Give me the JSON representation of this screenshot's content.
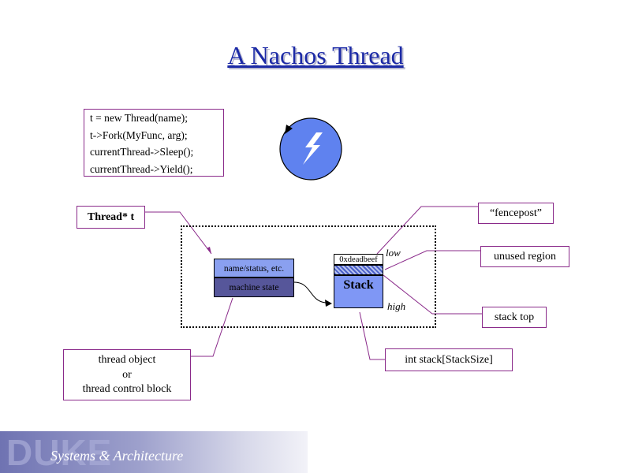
{
  "title": "A Nachos Thread",
  "code_lines": [
    "t = new Thread(name);",
    "t->Fork(MyFunc, arg);",
    "currentThread->Sleep();",
    "currentThread->Yield();"
  ],
  "labels": {
    "thread_ptr": "Thread* t",
    "fencepost": "“fencepost”",
    "unused_region": "unused region",
    "stack_top": "stack top",
    "stack_array": "int stack[StackSize]",
    "thread_object": [
      "thread object",
      "or",
      "thread control block"
    ]
  },
  "thread_block": {
    "name_status": "name/status, etc.",
    "machine_state": "machine state"
  },
  "stack": {
    "deadbeef": "0xdeadbeef",
    "label": "Stack",
    "low": "low",
    "high": "high"
  },
  "footer": {
    "logo": "DUKE",
    "subtitle": "Systems & Architecture"
  },
  "icons": {
    "thread_circle": "lightning-bolt-icon"
  }
}
